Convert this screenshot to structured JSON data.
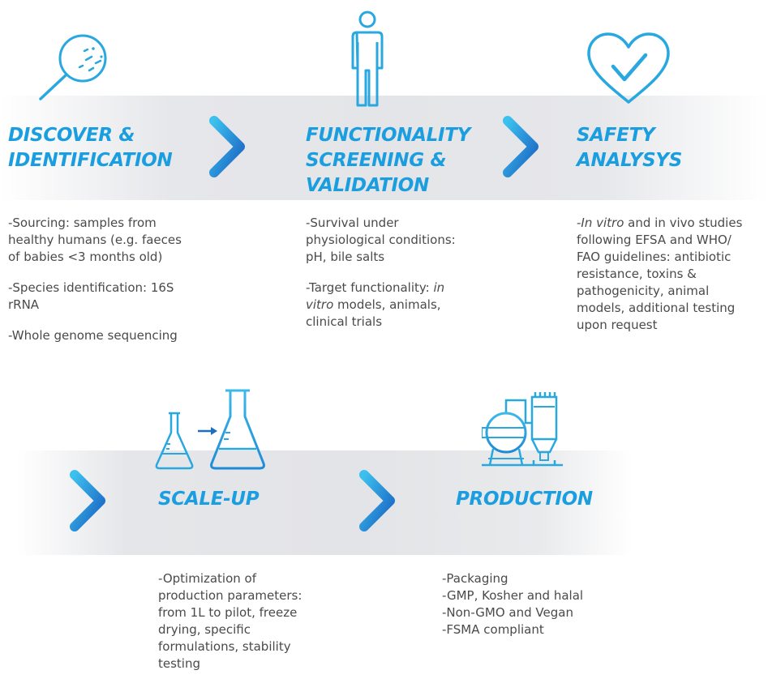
{
  "colors": {
    "title": "#1a9ee0",
    "icon_stroke": "#29a8e0",
    "icon_stroke_dark": "#1a6fc4",
    "text": "#4a4a4a",
    "band": "#e4e5e8"
  },
  "steps": [
    {
      "icon": "magnifier-icon",
      "title_lines": [
        "DISCOVER &",
        "IDENTIFICATION"
      ],
      "paragraphs": [
        [
          "-Sourcing: samples from",
          "healthy humans (e.g. faeces",
          "of babies <3 months old)"
        ],
        [
          "-Species identification: 16S",
          "rRNA"
        ],
        [
          "-Whole genome sequencing"
        ]
      ]
    },
    {
      "icon": "person-icon",
      "title_lines": [
        "FUNCTIONALITY",
        "SCREENING &",
        "VALIDATION"
      ],
      "p1": [
        "-Survival under",
        "physiological conditions:",
        "pH, bile salts"
      ],
      "p2": {
        "l1_a": "-Target functionality: ",
        "l1_b": "in",
        "l2_a": "vitro",
        "l2_b": " models, animals,",
        "l3": "clinical trials"
      }
    },
    {
      "icon": "heart-check-icon",
      "title_lines": [
        "SAFETY",
        "ANALYSYS"
      ],
      "p1": {
        "l1_a": "-",
        "l1_b": "In vitro",
        "l1_c": " and in vivo studies",
        "rest": [
          "following EFSA and WHO/",
          "FAO guidelines: antibiotic",
          "resistance, toxins &",
          "pathogenicity, animal",
          "models, additional testing",
          "upon request"
        ]
      }
    },
    {
      "icon": "flask-icon",
      "title_lines": [
        "SCALE-UP"
      ],
      "lines": [
        "-Optimization of",
        "production parameters:",
        "from 1L to pilot, freeze",
        "drying, specific",
        "formulations, stability",
        "testing"
      ]
    },
    {
      "icon": "factory-icon",
      "title_lines": [
        "PRODUCTION"
      ],
      "lines": [
        "-Packaging",
        "-GMP, Kosher and halal",
        "-Non-GMO and Vegan",
        "-FSMA compliant"
      ]
    }
  ]
}
